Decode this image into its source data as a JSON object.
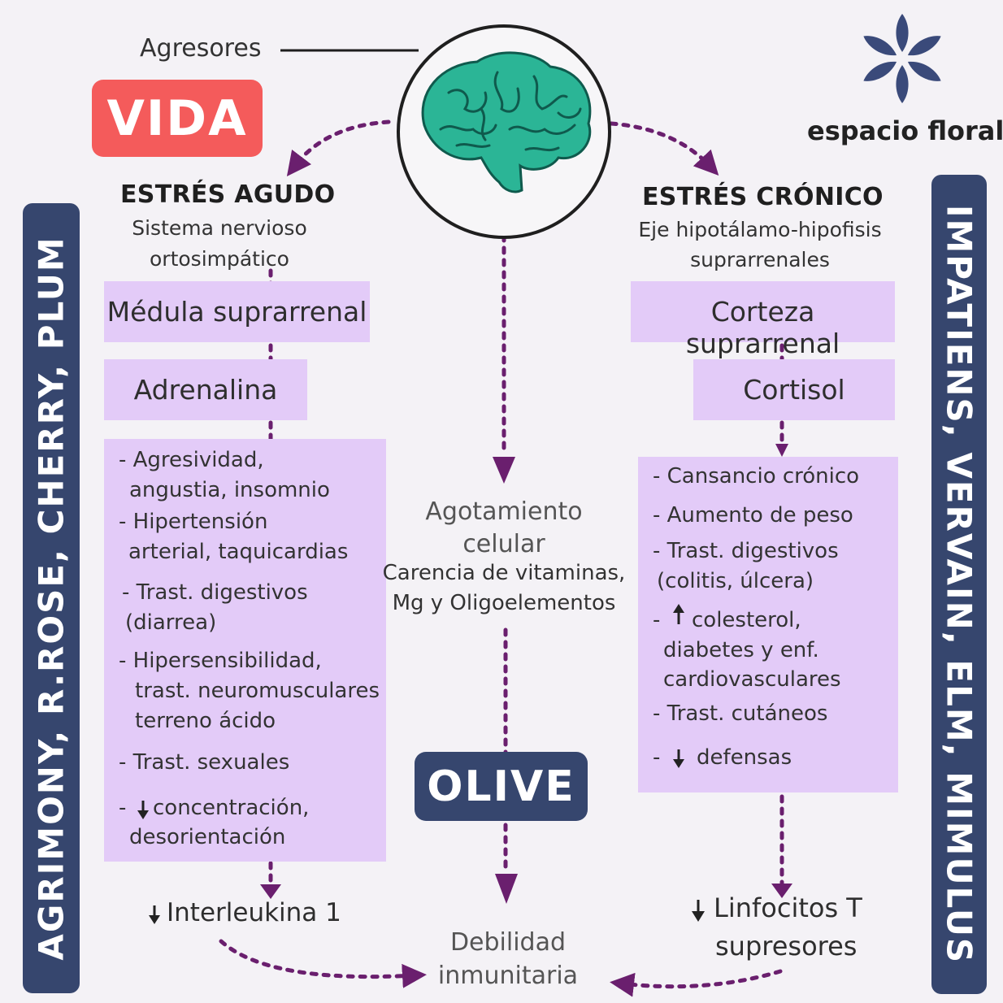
{
  "top": {
    "agresores": "Agresores",
    "vida": "VIDA"
  },
  "logo": {
    "text": "espacio floral",
    "icon": "flower-icon",
    "color": "#3a4a7a"
  },
  "left": {
    "heading": "ESTRÉS AGUDO",
    "sub1": "Sistema nervioso",
    "sub2": "ortosimpático",
    "box1": "Médula suprarrenal",
    "box2": "Adrenalina",
    "items": [
      "- Agresividad,",
      "angustia, insomnio",
      "- Hipertensión",
      "arterial, taquicardias",
      "- Trast. digestivos",
      "(diarrea)",
      "- Hipersensibilidad,",
      "trast. neuromusculares",
      "terreno ácido",
      "- Trast. sexuales",
      "-",
      "concentración,",
      "desorientación"
    ],
    "bottom": "Interleukina 1",
    "remedies": "AGRIMONY, R.ROSE, CHERRY, PLUM"
  },
  "center": {
    "line1": "Agotamiento",
    "line2": "celular",
    "line3": "Carencia de vitaminas,",
    "line4": "Mg y Oligoelementos",
    "olive": "OLIVE",
    "bottom1": "Debilidad",
    "bottom2": "inmunitaria"
  },
  "right": {
    "heading": "ESTRÉS CRÓNICO",
    "sub1": "Eje hipotálamo-hipofisis",
    "sub2": "suprarrenales",
    "box1": "Corteza suprarrenal",
    "box2": "Cortisol",
    "items": [
      "- Cansancio crónico",
      "- Aumento de peso",
      "- Trast. digestivos",
      "(colitis, úlcera)",
      "-",
      "colesterol,",
      "diabetes y enf.",
      "cardiovasculares",
      "- Trast. cutáneos",
      "-",
      "defensas"
    ],
    "bottom1": "Linfocitos T",
    "bottom2": "supresores",
    "remedies": "IMPATIENS, VERVAIN, ELM, MIMULUS"
  },
  "colors": {
    "purple": "#6a1f6e",
    "box": "#e3cbf8",
    "vida": "#f45b5b",
    "navy": "#36466e",
    "brain": "#2bb596"
  }
}
